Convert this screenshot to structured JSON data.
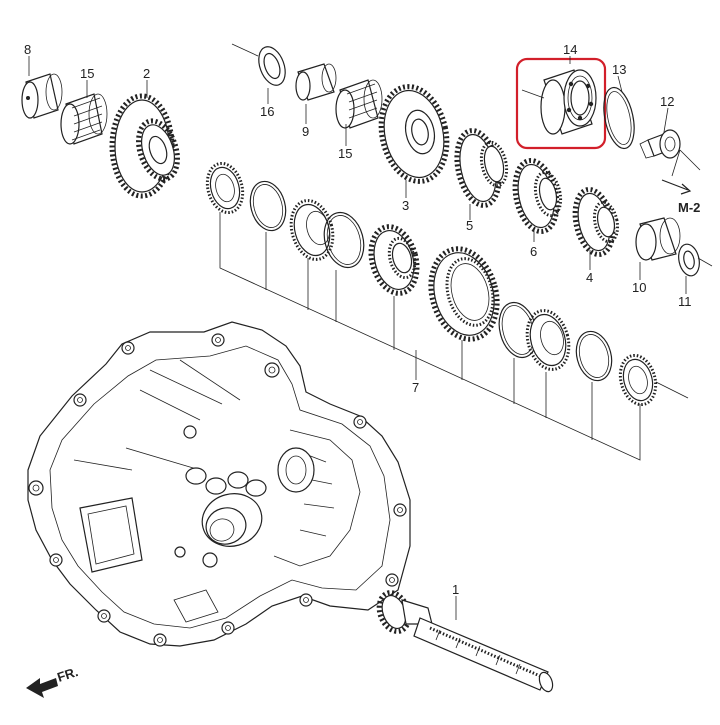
{
  "diagram": {
    "callouts": [
      "8",
      "15",
      "2",
      "16",
      "9",
      "15",
      "3",
      "5",
      "14",
      "13",
      "12",
      "6",
      "4",
      "10",
      "11",
      "7",
      "1"
    ],
    "ref_label": "M-2",
    "fr_label": "FR.",
    "highlight_color": "#d21f2a"
  }
}
